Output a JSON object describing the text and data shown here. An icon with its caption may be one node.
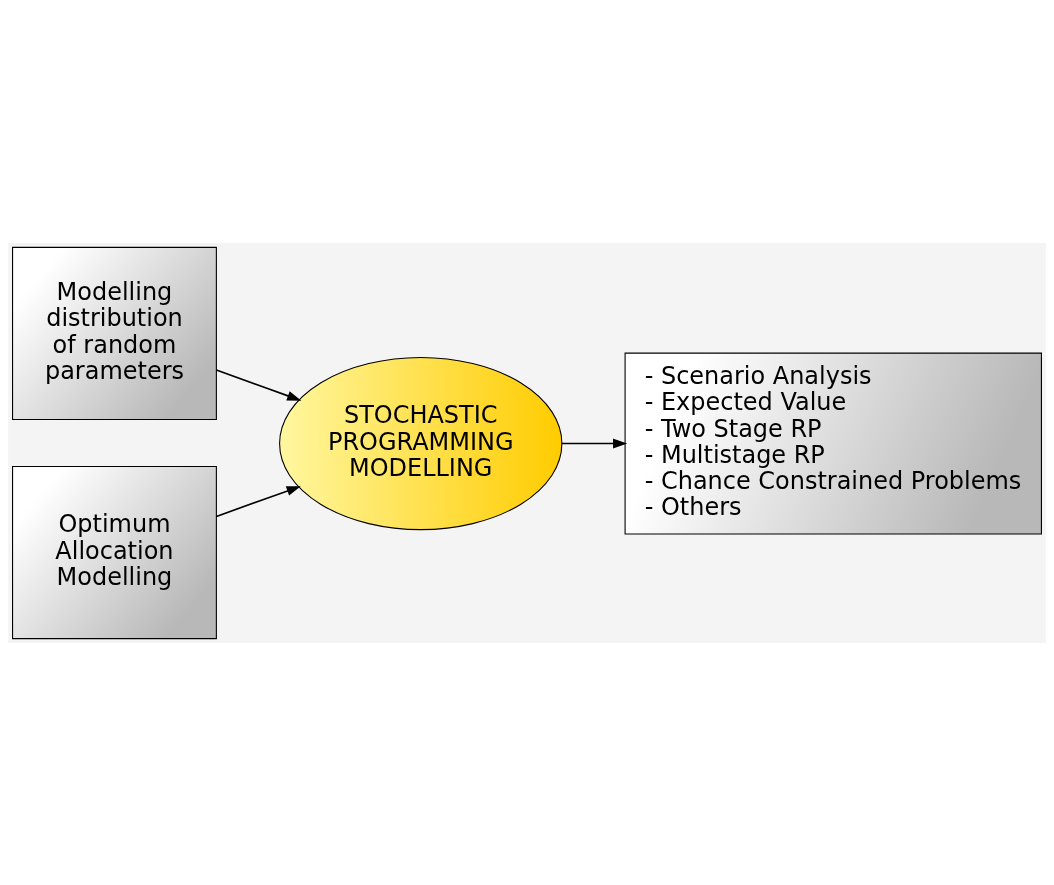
{
  "diagram": {
    "nodes": [
      {
        "text": [
          "Modelling distribution of random parameters"
        ]
      },
      {
        "text": [
          "Optimum Allocation Modelling"
        ]
      },
      {
        "text": [
          "STOCHASTIC PROGRAMMING MODELLING"
        ]
      },
      {
        "text": [
          "- Scenario Analysis",
          "- Expected Value",
          "- Two Stage RP",
          "- Multistage RP",
          "- Chance Constrained Problems",
          "- Others"
        ]
      }
    ],
    "edges": [
      {
        "from": 0,
        "to": 2,
        "arrow": "to"
      },
      {
        "from": 1,
        "to": 2,
        "arrow": "to"
      },
      {
        "from": 2,
        "to": 3,
        "arrow": "to"
      }
    ]
  }
}
